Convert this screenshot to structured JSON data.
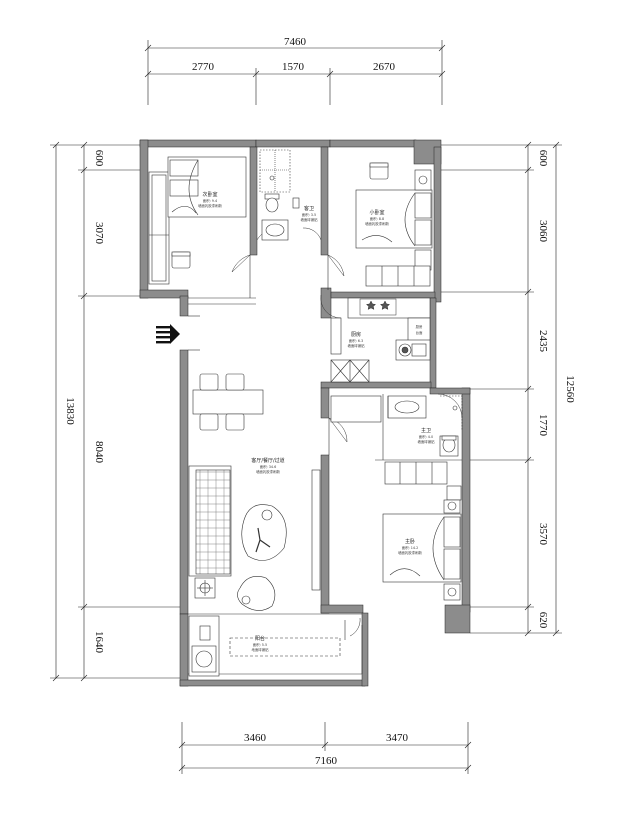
{
  "dimensions": {
    "top_total": "7460",
    "top_segments": [
      "2770",
      "1570",
      "2670"
    ],
    "bottom_segments": [
      "3460",
      "3470"
    ],
    "bottom_total": "7160",
    "left_total": "13830",
    "left_segments": [
      "600",
      "3070",
      "8040",
      "1640"
    ],
    "right_total": "12560",
    "right_segments": [
      "600",
      "3060",
      "2435",
      "1770",
      "3570",
      "620"
    ]
  },
  "rooms": {
    "secondary_bedroom": {
      "label": "次卧室",
      "area": "面积: 9.4",
      "note": "墙面乳胶漆刷新"
    },
    "guest_bathroom": {
      "label": "客卫",
      "area": "面积: 3.5",
      "note": "墙面砖铺贴"
    },
    "small_bedroom": {
      "label": "小卧室",
      "area": "面积: 8.8",
      "note": "墙面乳胶漆刷新"
    },
    "kitchen": {
      "label": "厨房",
      "area": "面积: 6.3",
      "note": "墙面砖铺贴"
    },
    "kitchen_counter": {
      "label": "厨房",
      "note": "台面"
    },
    "master_bathroom": {
      "label": "主卫",
      "area": "面积: 4.0",
      "note": "墙面砖铺贴"
    },
    "living_dining": {
      "label": "客厅/餐厅/过道",
      "area": "面积: 34.6",
      "note": "墙面乳胶漆刷新"
    },
    "master_bedroom": {
      "label": "主卧",
      "area": "面积: 14.2",
      "note": "墙面乳胶漆刷新"
    },
    "balcony": {
      "label": "阳台",
      "area": "面积: 5.5",
      "note": "地面砖铺贴"
    }
  }
}
